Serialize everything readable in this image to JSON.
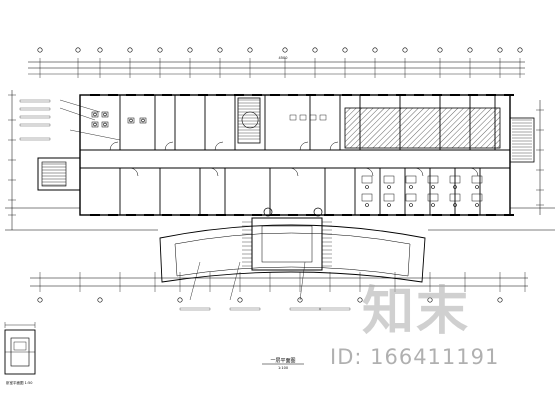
{
  "drawing": {
    "title": "一层平面图",
    "scale": "1:100",
    "detail_label": "卧室平面图  1:50",
    "dimension_label": "4500"
  },
  "watermark": {
    "logo_text": "知末",
    "id_text": "ID: 166411191"
  },
  "colors": {
    "line": "#000000",
    "hatch": "#000000",
    "watermark": "#aaaaaa"
  }
}
